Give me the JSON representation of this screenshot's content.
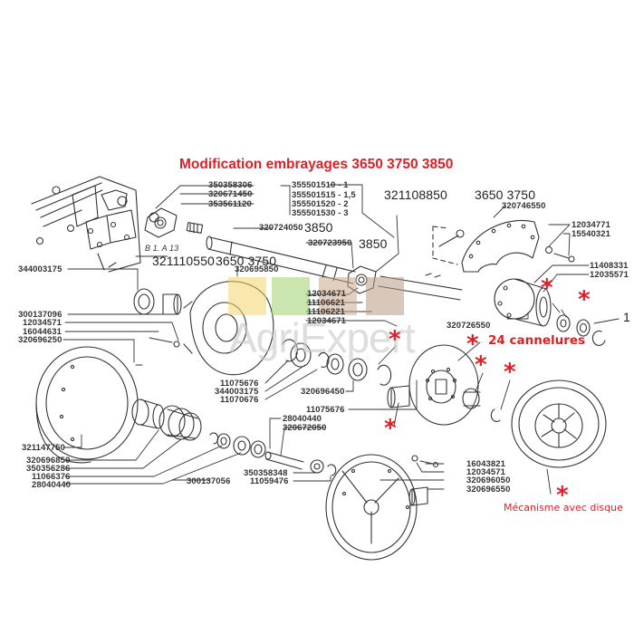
{
  "title": "Modification embrayages 3650 3750 3850",
  "notes": {
    "cannelures": "24 cannelures",
    "mecanisme": "Mécanisme avec disque",
    "star": "*"
  },
  "watermark": {
    "text": "AgriExpert",
    "tile_colors": [
      "#f2d56b",
      "#9fcf6a",
      "#c9a98a",
      "#b89a83"
    ]
  },
  "colors": {
    "accent_red": "#e01e26",
    "line": "#333333"
  },
  "labels": {
    "p350358306": "350358306",
    "p320671450": "320671450",
    "p353561120": "353561120",
    "p355501510": "355501510 - 1",
    "p355501515": "355501515 - 1,5",
    "p355501520": "355501520 - 2",
    "p355501530": "355501530 - 3",
    "p320724050": "320724050",
    "p320724050_model": "3850",
    "p321108850": "321108850",
    "p321108850_model": "3650 3750",
    "p320746550": "320746550",
    "p320723950": "320723950",
    "p320723950_model": "3850",
    "p12034771": "12034771",
    "p15540321": "15540321",
    "ref_b1a13": "B 1. A 13",
    "p321110550": "321110550",
    "p321110550_model": "3650 3750",
    "p344003175_a": "344003175",
    "p320695850": "320695850",
    "p11408331": "11408331",
    "p12035571": "12035571",
    "p12034671_a": "12034671",
    "p11106621": "11106621",
    "p11106221": "11106221",
    "p12034671_b": "12034671",
    "p320726550": "320726550",
    "p300137096": "300137096",
    "p12034571_a": "12034571",
    "p16044631": "16044631",
    "p320696250": "320696250",
    "p11075676_a": "11075676",
    "p344003175_b": "344003175",
    "p11070676": "11070676",
    "p320696450": "320696450",
    "p11075676_b": "11075676",
    "p28040440_a": "28040440",
    "p320672050": "320672050",
    "p321147750": "321147750",
    "p320696850": "320696850",
    "p350356286": "350356286",
    "p11066376": "11066376",
    "p28040440_b": "28040440",
    "p300137056": "300137056",
    "p350358348": "350358348",
    "p11059476": "11059476",
    "p16043821": "16043821",
    "p12034571_b": "12034571",
    "p320696050": "320696050",
    "p320696550": "320696550",
    "p_edge": "1"
  }
}
